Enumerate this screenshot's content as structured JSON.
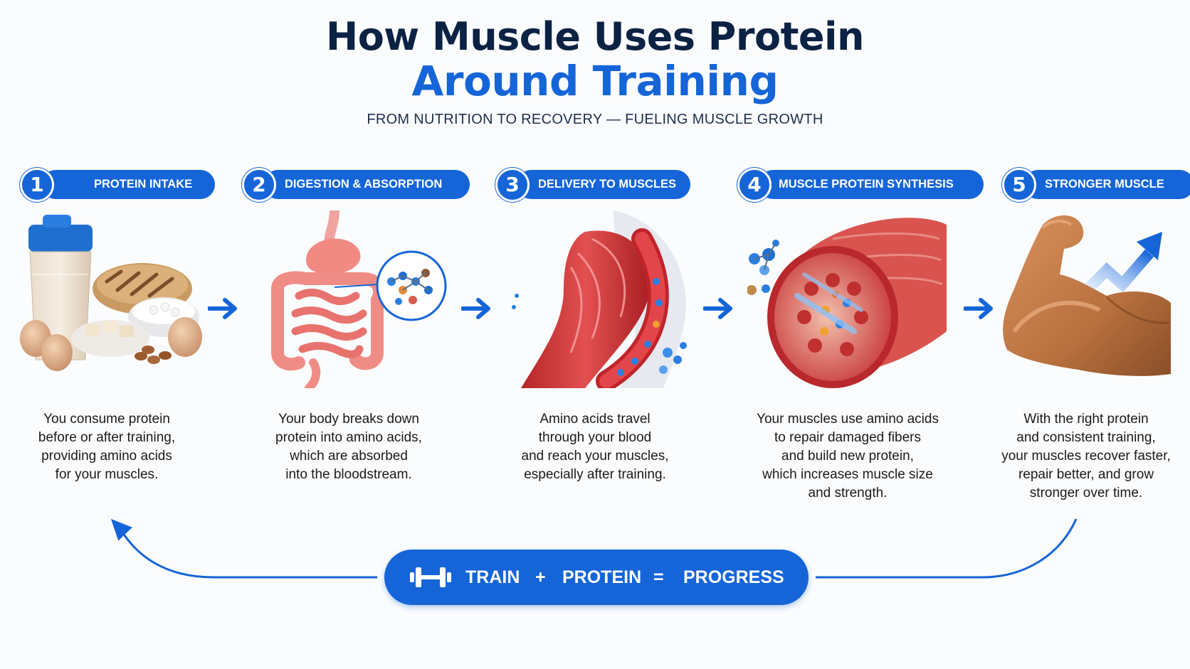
{
  "title": {
    "line1": "How Muscle Uses Protein",
    "line2": "Around Training"
  },
  "subtitle": "FROM NUTRITION TO RECOVERY — FUELING MUSCLE GROWTH",
  "steps": [
    {
      "number": "1",
      "label": "PROTEIN INTAKE",
      "lines": [
        "You consume protein",
        "before or after training,",
        "providing amino acids",
        "for your muscles."
      ]
    },
    {
      "number": "2",
      "label": "DIGESTION & ABSORPTION",
      "lines": [
        "Your body breaks down",
        "protein into amino acids,",
        "which are absorbed",
        "into the bloodstream."
      ]
    },
    {
      "number": "3",
      "label": "DELIVERY TO MUSCLES",
      "lines": [
        "Amino acids travel",
        "through your blood",
        "and reach your muscles,",
        "especially after training."
      ]
    },
    {
      "number": "4",
      "label": "MUSCLE PROTEIN SYNTHESIS",
      "lines": [
        "Your muscles use amino acids",
        "to repair damaged fibers",
        "and build new protein,",
        "which increases muscle size",
        "and strength."
      ]
    },
    {
      "number": "5",
      "label": "STRONGER MUSCLE",
      "lines": [
        "With the right protein",
        "and consistent training,",
        "your muscles recover faster,",
        "repair better, and grow",
        "stronger over time."
      ]
    }
  ],
  "banner": {
    "train": "TRAIN",
    "plus": "+",
    "protein": "PROTEIN",
    "equals": "=",
    "progress": "PROGRESS"
  },
  "colors": {
    "accent": "#1565d8",
    "title": "#0c2244"
  }
}
